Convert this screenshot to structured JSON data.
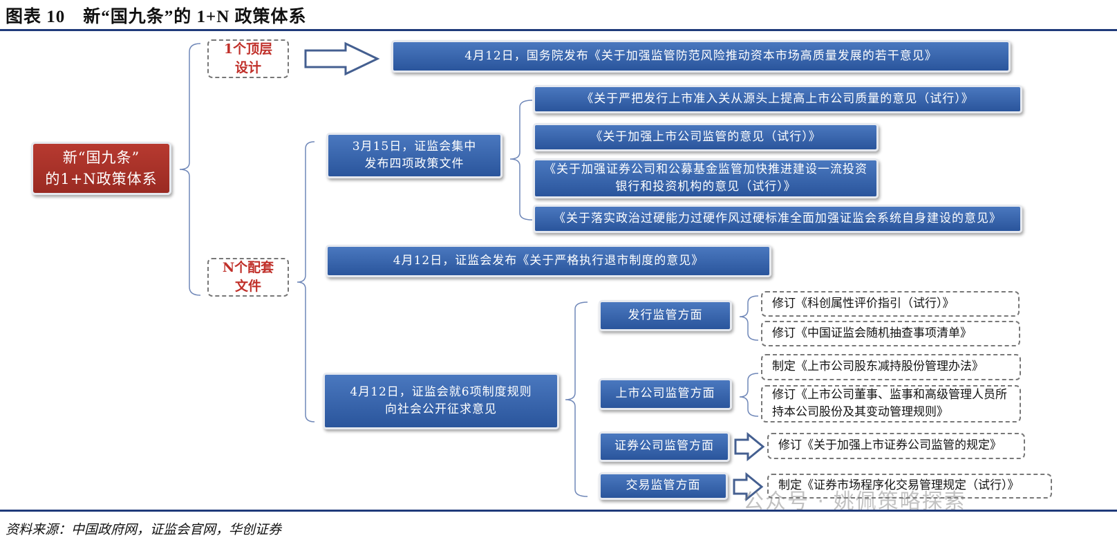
{
  "title": "图表 10　新“国九条”的 1+N 政策体系",
  "root": "新“国九条”\n的1+N政策体系",
  "top_design": {
    "label": "1个顶层\n设计",
    "doc": "4月12日，国务院发布《关于加强监管防范风险推动资本市场高质量发展的若干意见》"
  },
  "supporting": {
    "label": "N个配套\n文件",
    "march15": {
      "label": "3月15日，证监会集中\n发布四项政策文件",
      "docs": [
        "《关于严把发行上市准入关从源头上提高上市公司质量的意见（试行）》",
        "《关于加强上市公司监管的意见（试行）》",
        "《关于加强证券公司和公募基金监管加快推进建设一流投资银行和投资机构的意见（试行）》",
        "《关于落实政治过硬能力过硬作风过硬标准全面加强证监会系统自身建设的意见》"
      ]
    },
    "delisting": "4月12日，证监会发布《关于严格执行退市制度的意见》",
    "consultation": {
      "label": "4月12日，证监会就6项制度规则\n向社会公开征求意见",
      "areas": [
        {
          "label": "发行监管方面",
          "docs": [
            "修订《科创属性评价指引（试行）》",
            "修订《中国证监会随机抽查事项清单》"
          ]
        },
        {
          "label": "上市公司监管方面",
          "docs": [
            "制定《上市公司股东减持股份管理办法》",
            "修订《上市公司董事、监事和高级管理人员所持本公司股份及其变动管理规则》"
          ]
        },
        {
          "label": "证券公司监管方面",
          "docs": [
            "修订《关于加强上市证券公司监管的规定》"
          ]
        },
        {
          "label": "交易监管方面",
          "docs": [
            "制定《证券市场程序化交易管理规定（试行）》"
          ]
        }
      ]
    }
  },
  "source": "资料来源：中国政府网，证监会官网，华创证券",
  "watermark": "公众号 · 姚佩策略探索",
  "colors": {
    "box_blue": "#2f5aa0",
    "box_red": "#a5322a",
    "label_red": "#c0302a",
    "rule": "#1f3a7a"
  }
}
